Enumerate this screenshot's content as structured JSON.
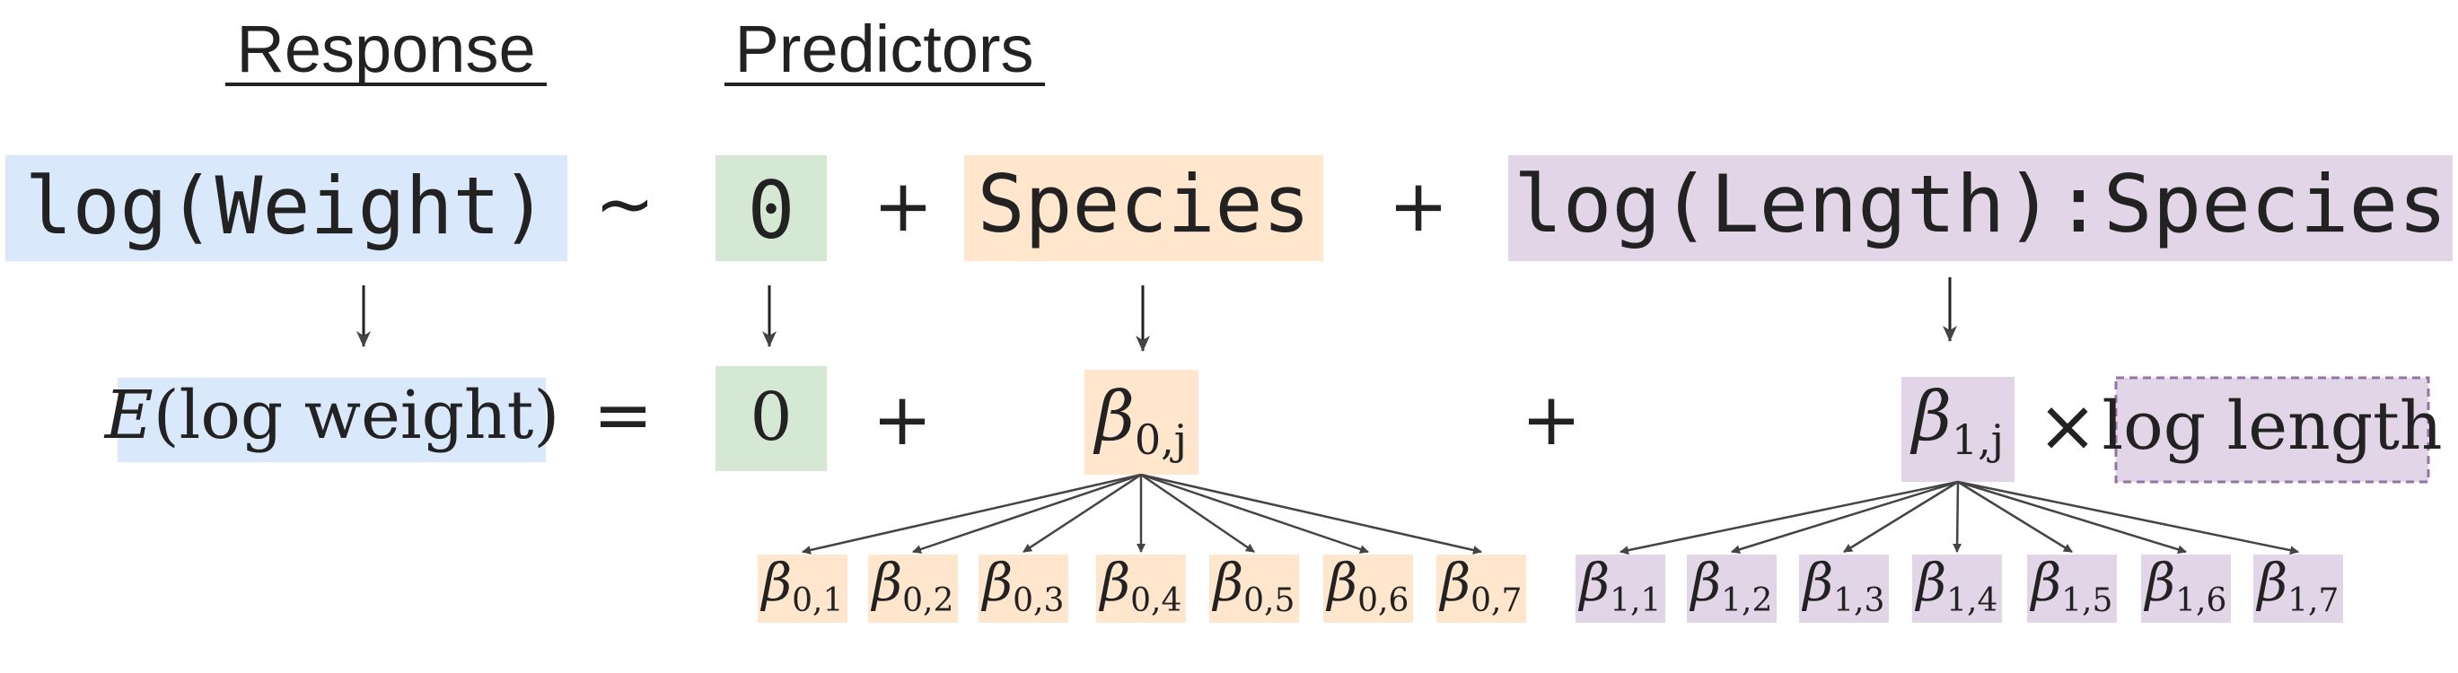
{
  "headers": {
    "response": "Response",
    "predictors": "Predictors"
  },
  "formula": {
    "response": "log(Weight)",
    "tilde": "~",
    "zero": "0",
    "plus": "+",
    "species": "Species",
    "interaction": "log(Length):Species"
  },
  "equation": {
    "lhs_e": "E",
    "lhs_rest": "(log weight)",
    "equals": "=",
    "zero": "0",
    "plus": "+",
    "beta": "β",
    "beta0_sub": "0,j",
    "beta1_sub": "1,j",
    "times": "×",
    "log_length": "log length"
  },
  "intercepts": [
    "0,1",
    "0,2",
    "0,3",
    "0,4",
    "0,5",
    "0,6",
    "0,7"
  ],
  "slopes": [
    "1,1",
    "1,2",
    "1,3",
    "1,4",
    "1,5",
    "1,6",
    "1,7"
  ],
  "colors": {
    "response": "#dae8fc",
    "zero": "#d5e8d4",
    "species": "#ffe6cc",
    "interaction": "#e1d5e7",
    "dashed_border": "#9673a6",
    "arrow": "#444444",
    "text": "#222222"
  }
}
